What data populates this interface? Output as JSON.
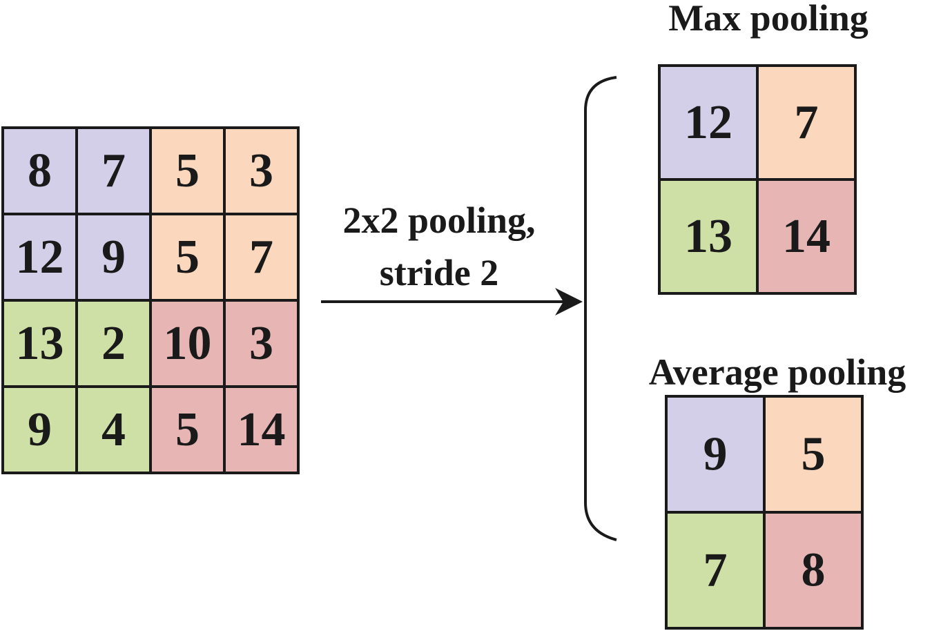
{
  "colors": {
    "purple": "#d4cfe9",
    "orange": "#fbd8bd",
    "green": "#cfe0a6",
    "red": "#e6b5b4",
    "stroke": "#1a1a1a"
  },
  "input_grid": {
    "rows": [
      [
        "8",
        "7",
        "5",
        "3"
      ],
      [
        "12",
        "9",
        "5",
        "7"
      ],
      [
        "13",
        "2",
        "10",
        "3"
      ],
      [
        "9",
        "4",
        "5",
        "14"
      ]
    ],
    "colors": [
      [
        "purple",
        "purple",
        "orange",
        "orange"
      ],
      [
        "purple",
        "purple",
        "orange",
        "orange"
      ],
      [
        "green",
        "green",
        "red",
        "red"
      ],
      [
        "green",
        "green",
        "red",
        "red"
      ]
    ]
  },
  "operation": {
    "line1": "2x2 pooling,",
    "line2": "stride 2"
  },
  "max_pooling": {
    "title": "Max pooling",
    "rows": [
      [
        "12",
        "7"
      ],
      [
        "13",
        "14"
      ]
    ],
    "colors": [
      [
        "purple",
        "orange"
      ],
      [
        "green",
        "red"
      ]
    ]
  },
  "average_pooling": {
    "title": "Average pooling",
    "rows": [
      [
        "9",
        "5"
      ],
      [
        "7",
        "8"
      ]
    ],
    "colors": [
      [
        "purple",
        "orange"
      ],
      [
        "green",
        "red"
      ]
    ]
  }
}
